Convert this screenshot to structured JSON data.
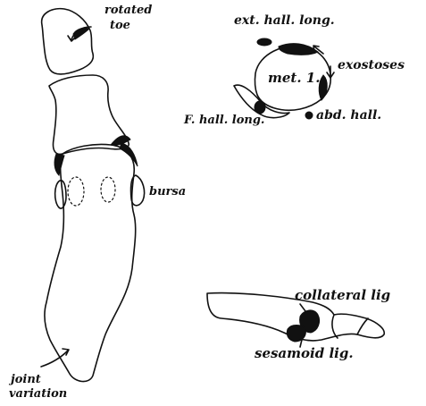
{
  "labels": {
    "rotated": "rotated",
    "toe": "toe",
    "bursa": "bursa",
    "joint": "joint",
    "variation": "variation",
    "ext_hall_long": "ext. hall. long.",
    "met1": "met. 1.",
    "exostoses": "exostoses",
    "f_hall_long": "F. hall. long.",
    "abd_hall": "abd. hall.",
    "collateral_lig": "collateral lig",
    "sesamoid_lig": "sesamoid lig."
  },
  "colors": {
    "ink": "#111111",
    "paper": "#ffffff"
  }
}
